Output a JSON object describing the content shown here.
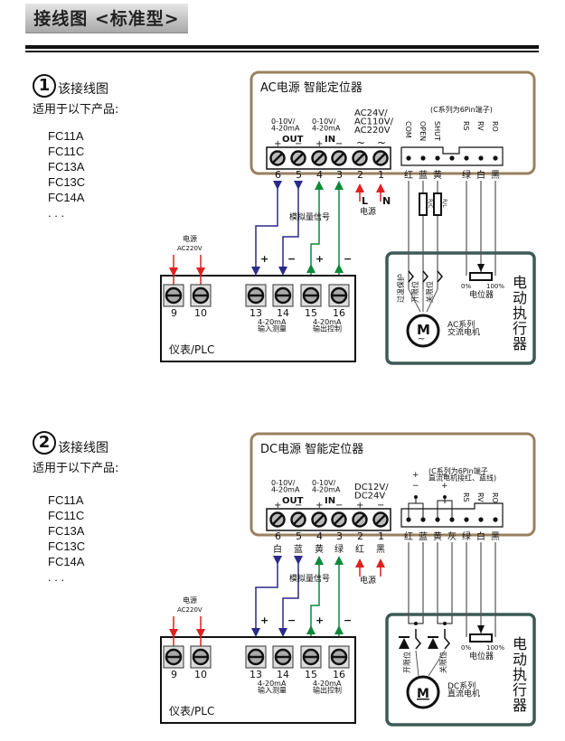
{
  "page": {
    "title": "接线图 <标准型>"
  },
  "colors": {
    "blue_wire": "#2a2a8a",
    "green_wire": "#0a8a3a",
    "red_wire": "#e02020",
    "positioner_border": "#9a8060",
    "actuator_border": "#3d5a56",
    "wire_gray": "#555555"
  },
  "diagrams": [
    {
      "number": "1",
      "heading": "该接线图",
      "applies_to": "适用于以下产品:",
      "products": [
        "FC11A",
        "FC11C",
        "FC13A",
        "FC13C",
        "FC14A",
        ". . ."
      ],
      "positioner": {
        "title": "AC电源   智能定位器",
        "note": "(C系列为6Pin端子)",
        "out_range": "0-10V/\n4-20mA",
        "out_label": "OUT",
        "in_range": "0-10V/\n4-20mA",
        "in_label": "IN",
        "power_range": "AC24V/\nAC110V/\nAC220V",
        "terminal_numbers": [
          "6",
          "5",
          "4",
          "3",
          "2",
          "1"
        ],
        "signal_pins": [
          "COM",
          "OPEN",
          "SHUT",
          "RS",
          "RV",
          "RO"
        ],
        "pin_colors": [
          "红",
          "蓝",
          "黄",
          "绿",
          "白",
          "黑"
        ]
      },
      "power_labels": [
        "L",
        "N"
      ],
      "power_caption": "电源",
      "analog_label": "模拟量信号",
      "resistors": [
        "R/C",
        "R/L"
      ],
      "plc": {
        "power_caption": "电源",
        "power_voltage": "AC220V",
        "terminals": [
          "9",
          "10",
          "13",
          "14",
          "15",
          "16"
        ],
        "input_caption": "4-20mA\n输入测量",
        "output_caption": "4-20mA\n输出控制",
        "name": "仪表/PLC",
        "signs": [
          "+",
          "−",
          "+",
          "−"
        ]
      },
      "actuator": {
        "switches": [
          "过温保护",
          "开限位",
          "关限位"
        ],
        "pot_min": "0%",
        "pot_max": "100%",
        "pot_label": "电位器",
        "motor_symbol": "M",
        "motor_caption": "AC系列\n交流电机",
        "name": "电动执行器"
      }
    },
    {
      "number": "2",
      "heading": "该接线图",
      "applies_to": "适用于以下产品:",
      "products": [
        "FC11A",
        "FC11C",
        "FC13A",
        "FC13C",
        "FC14A",
        ". . ."
      ],
      "positioner": {
        "title": "DC电源   智能定位器",
        "note": "(C系列为6Pin端子\n直流电机接红、蓝线)",
        "out_range": "0-10V/\n4-20mA",
        "out_label": "OUT",
        "in_range": "0-10V/\n4-20mA",
        "in_label": "IN",
        "power_range": "DC12V/\nDC24V",
        "terminal_numbers": [
          "6",
          "5",
          "4",
          "3",
          "2",
          "1"
        ],
        "terminal_colors": [
          "白",
          "蓝",
          "黄",
          "绿",
          "红",
          "黑"
        ],
        "signal_pins": [
          "RS",
          "RV",
          "RO"
        ],
        "pin_colors": [
          "红",
          "蓝",
          "黄",
          "灰",
          "绿",
          "白",
          "黑"
        ]
      },
      "power_caption": "电源",
      "analog_label": "模拟量信号",
      "plc": {
        "power_caption": "电源",
        "power_voltage": "AC220V",
        "terminals": [
          "9",
          "10",
          "13",
          "14",
          "15",
          "16"
        ],
        "input_caption": "4-20mA\n输入测量",
        "output_caption": "4-20mA\n输出控制",
        "name": "仪表/PLC",
        "signs": [
          "+",
          "−",
          "+",
          "−"
        ]
      },
      "actuator": {
        "switches": [
          "开限位",
          "关限位"
        ],
        "pot_min": "0%",
        "pot_max": "100%",
        "pot_label": "电位器",
        "motor_symbol": "M",
        "motor_caption": "DC系列\n直流电机",
        "name": "电动执行器"
      }
    }
  ]
}
